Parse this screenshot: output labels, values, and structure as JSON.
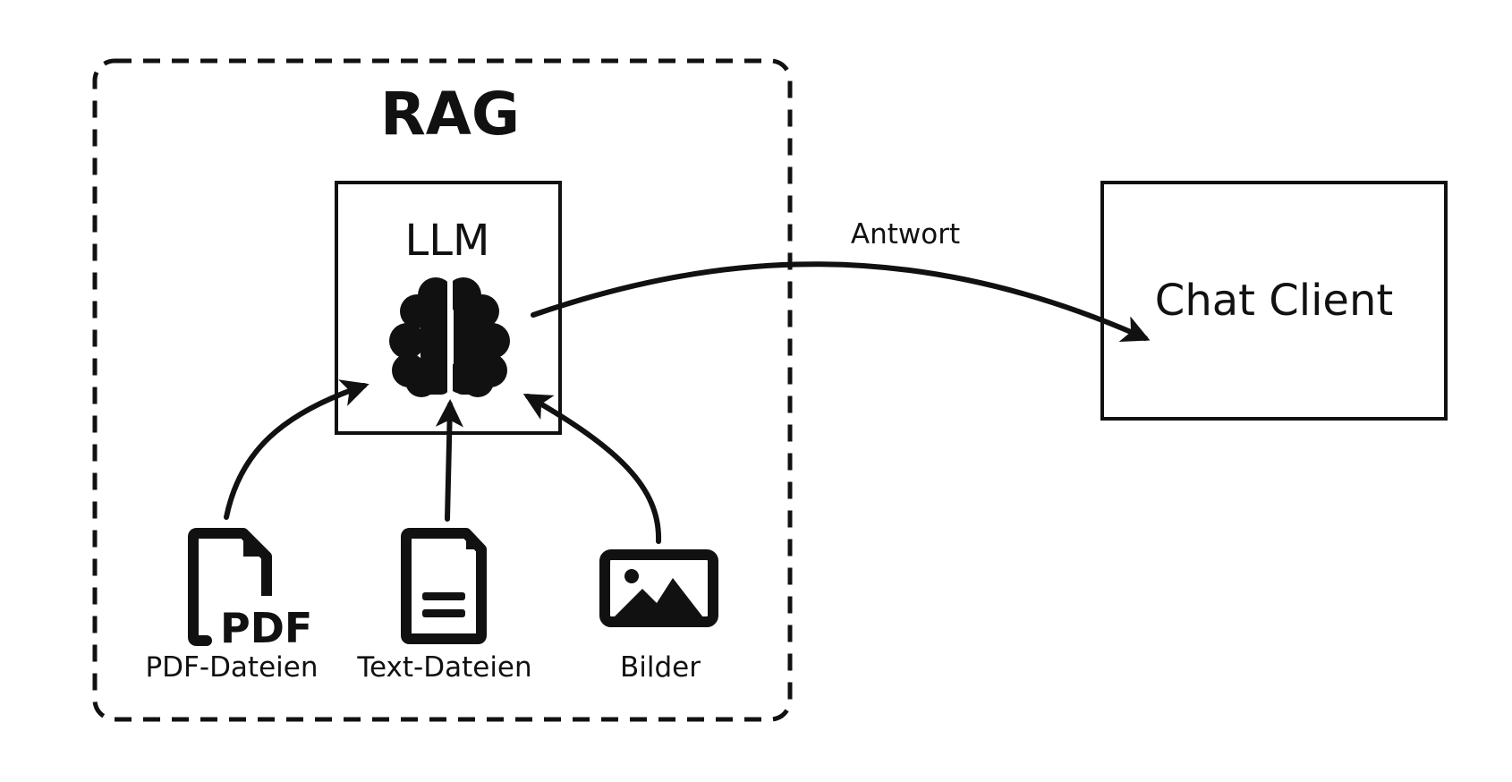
{
  "rag_group": {
    "title": "RAG"
  },
  "llm_box": {
    "title": "LLM",
    "icon": "brain-icon"
  },
  "client_box": {
    "title": "Chat Client"
  },
  "edge_answer": {
    "label": "Antwort"
  },
  "sources": [
    {
      "label": "PDF-Dateien",
      "icon": "pdf-file-icon"
    },
    {
      "label": "Text-Dateien",
      "icon": "text-file-icon"
    },
    {
      "label": "Bilder",
      "icon": "image-icon"
    }
  ],
  "colors": {
    "stroke": "#111111",
    "background": "#ffffff"
  }
}
